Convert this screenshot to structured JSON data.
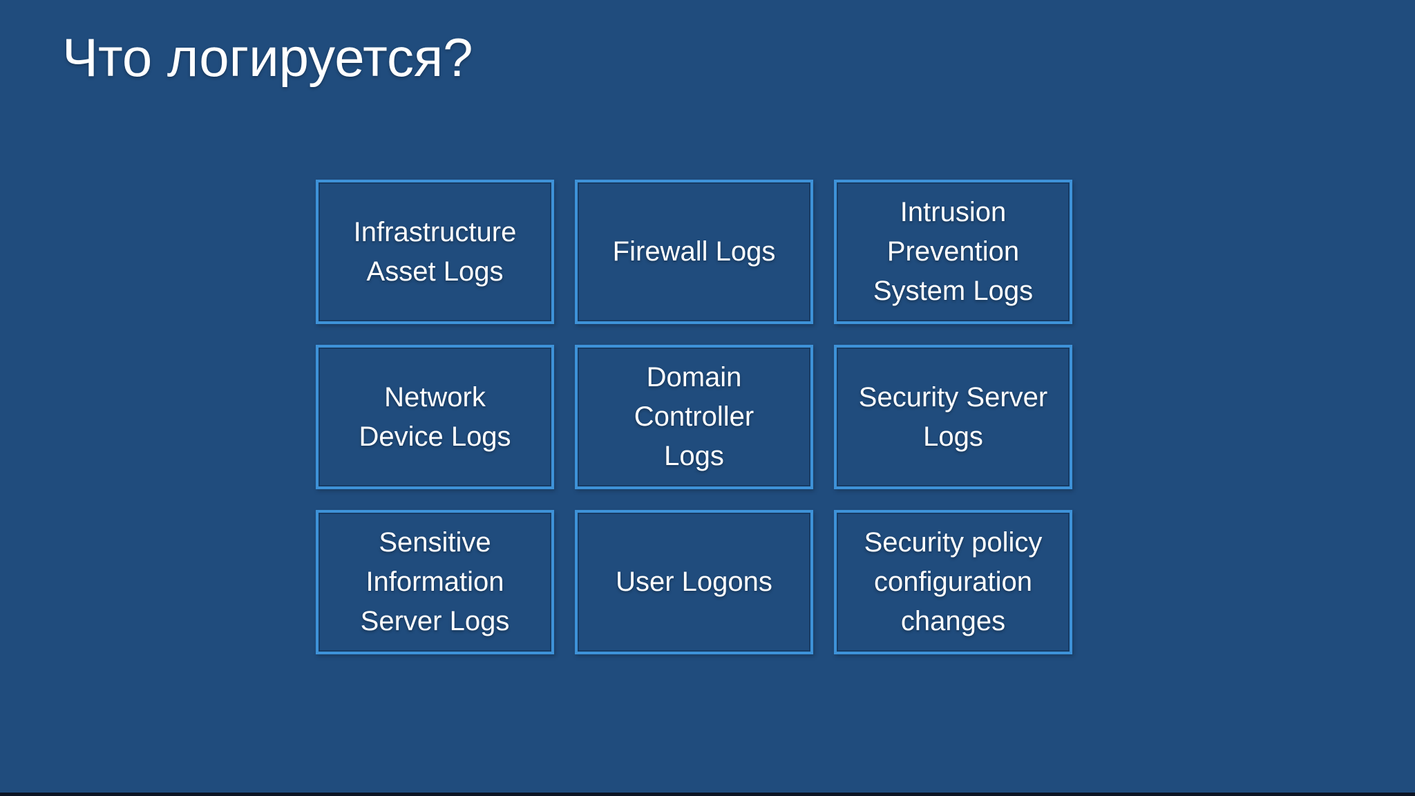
{
  "title": "Что логируется?",
  "grid": {
    "boxes": [
      {
        "label": "Infrastructure\nAsset Logs"
      },
      {
        "label": "Firewall Logs"
      },
      {
        "label": "Intrusion\nPrevention\nSystem Logs"
      },
      {
        "label": "Network\nDevice Logs"
      },
      {
        "label": "Domain\nController\nLogs"
      },
      {
        "label": "Security Server\nLogs"
      },
      {
        "label": "Sensitive\nInformation\nServer Logs"
      },
      {
        "label": "User Logons"
      },
      {
        "label": "Security policy\nconfiguration\nchanges"
      }
    ]
  },
  "colors": {
    "background": "#204C7D",
    "box-border": "#3E92D8",
    "text": "#FFFFFF",
    "bottom-strip": "#0D1524"
  }
}
